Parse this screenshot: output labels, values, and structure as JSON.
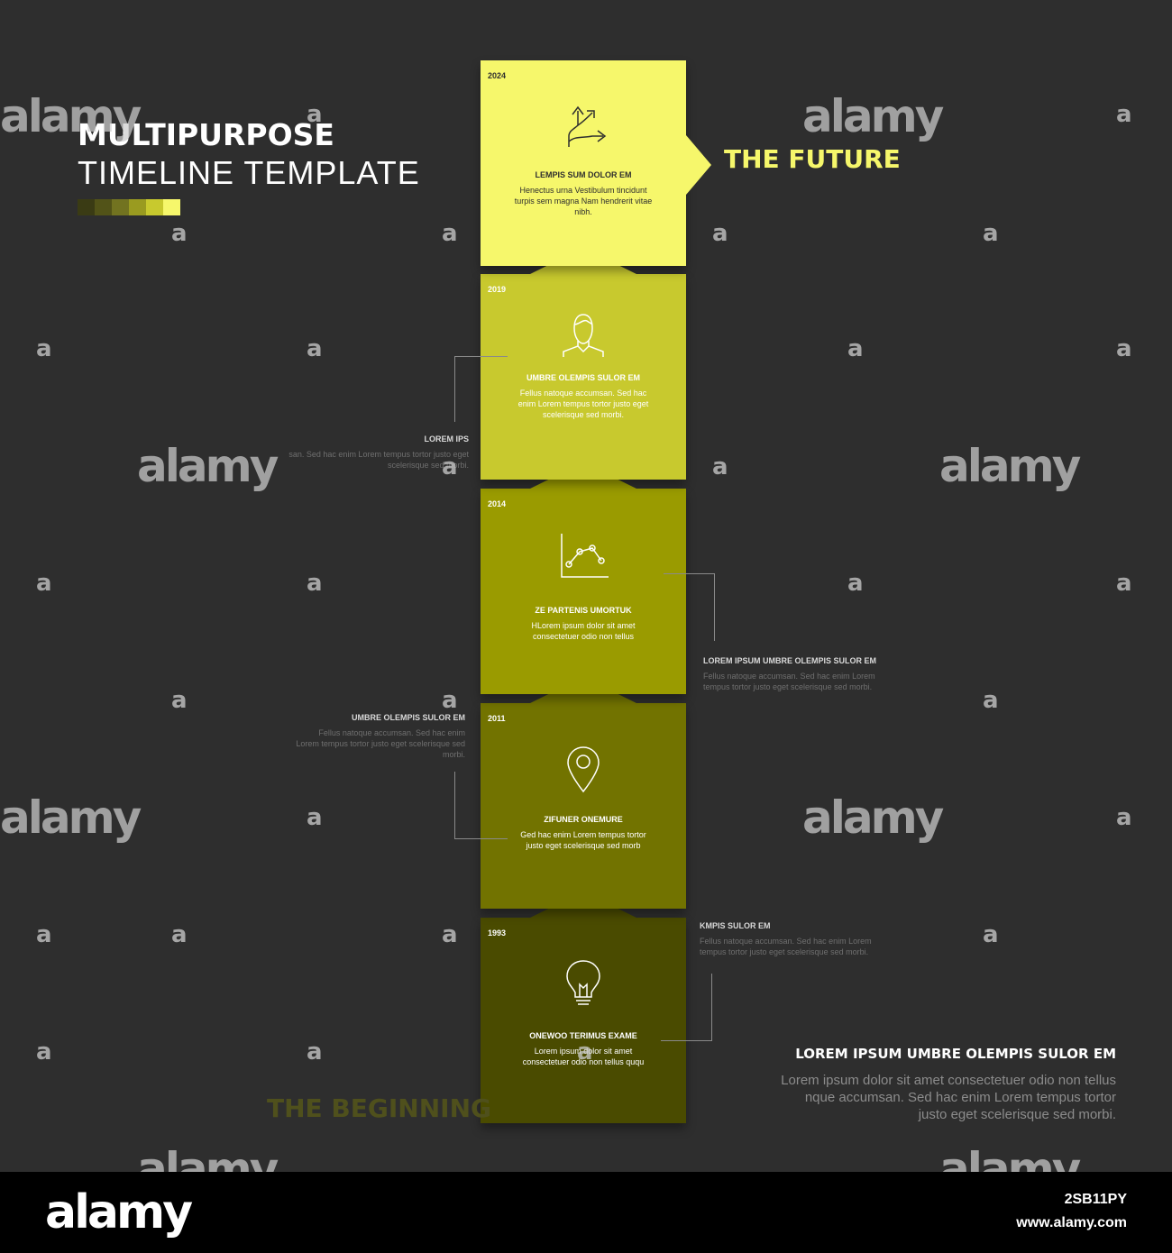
{
  "header": {
    "title_line1": "MULTIPURPOSE",
    "title_line2": "TIMELINE TEMPLATE",
    "swatch_colors": [
      "#3a3b14",
      "#525318",
      "#727320",
      "#9a9b20",
      "#c8c92e",
      "#f6f76b"
    ]
  },
  "column": {
    "blocks": [
      {
        "year": "2024",
        "icon": "arrows-split-icon",
        "title": "LEMPIS SUM DOLOR EM",
        "text": "Henectus urna Vestibulum tincidunt turpis sem magna Nam hendrerit vitae nibh.",
        "color": "#f6f76b",
        "text_color": "#2e2e2e"
      },
      {
        "year": "2019",
        "icon": "person-icon",
        "title": "UMBRE OLEMPIS SULOR EM",
        "text": "Fellus natoque accumsan. Sed hac enim Lorem tempus tortor justo eget scelerisque sed morbi.",
        "color": "#c8c92e",
        "text_color": "#ffffff"
      },
      {
        "year": "2014",
        "icon": "line-chart-icon",
        "title": "ZE PARTENIS UMORTUK",
        "text": "HLorem ipsum dolor sit amet consectetuer odio non tellus",
        "color": "#9a9b00",
        "text_color": "#ffffff"
      },
      {
        "year": "2011",
        "icon": "map-pin-icon",
        "title": "ZIFUNER ONEMURE",
        "text": "Ged hac enim Lorem tempus tortor justo eget scelerisque sed morb",
        "color": "#727300",
        "text_color": "#ffffff"
      },
      {
        "year": "1993",
        "icon": "light-bulb-icon",
        "title": "ONEWOO TERIMUS EXAME",
        "text": "Lorem ipsum dolor sit amet consectetuer odio non tellus ququ",
        "color": "#4a4b00",
        "text_color": "#ffffff"
      }
    ]
  },
  "notes": {
    "left1": {
      "title": "LOREM IPS",
      "text": "san. Sed hac enim Lorem tempus tortor justo eget scelerisque sed morbi."
    },
    "right1": {
      "title": "LOREM IPSUM UMBRE OLEMPIS SULOR EM",
      "text": "Fellus natoque accumsan. Sed hac enim Lorem tempus tortor justo eget scelerisque sed morbi."
    },
    "left2": {
      "title": "UMBRE OLEMPIS SULOR EM",
      "text": "Fellus natoque accumsan. Sed hac enim Lorem tempus tortor justo eget scelerisque sed morbi."
    },
    "right2": {
      "title": "KMPIS SULOR EM",
      "text": "Fellus natoque accumsan. Sed hac enim Lorem tempus tortor justo eget scelerisque sed morbi."
    }
  },
  "labels": {
    "future": "THE FUTURE",
    "beginning": "THE BEGINNING",
    "bottom_title": "LOREM IPSUM UMBRE OLEMPIS SULOR EM",
    "bottom_text": "Lorem ipsum dolor sit amet consectetuer odio non tellus nque accumsan. Sed hac enim Lorem tempus tortor justo eget scelerisque sed morbi."
  },
  "watermark": {
    "logo": "alamy",
    "mark": "a"
  },
  "footer": {
    "logo": "alamy",
    "image_id": "2SB11PY",
    "url": "www.alamy.com"
  }
}
